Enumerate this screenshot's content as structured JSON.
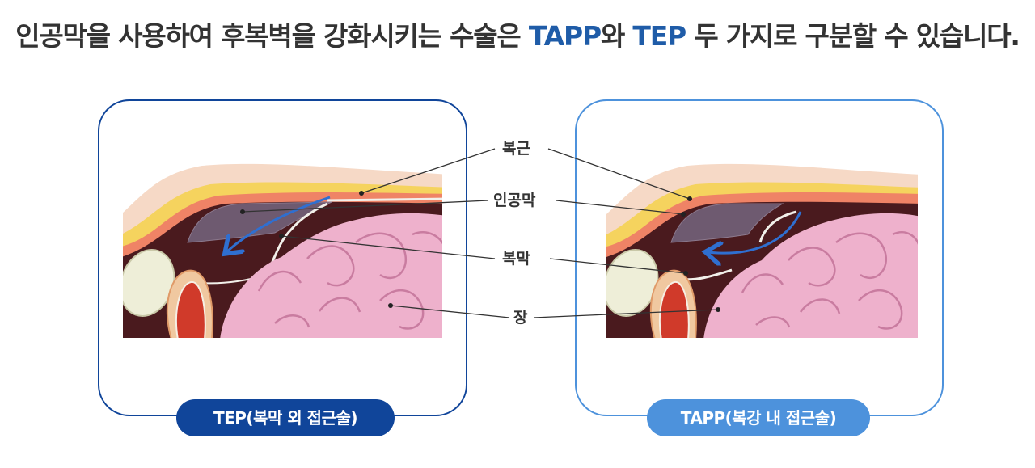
{
  "headline": {
    "part1": "인공막을 사용하여 후복벽을 강화시키는 수술은 ",
    "tapp": "TAPP",
    "part2": "와 ",
    "tep": "TEP",
    "part3": " 두 가지로 구분할 수 있습니다."
  },
  "labels": {
    "muscle": "복근",
    "mesh": "인공막",
    "peritoneum": "복막",
    "intestine": "장"
  },
  "panels": {
    "tep": {
      "caption": "TEP(복막 외 접근술)",
      "frame_color": "#10459a"
    },
    "tapp": {
      "caption": "TAPP(복강 내 접근술)",
      "frame_color": "#4d92dc"
    }
  },
  "colors": {
    "headline_highlight": "#1f5ca8",
    "arrow": "#2f6fd0",
    "skin": "#f6d9c6",
    "fat": "#f5d35e",
    "muscle": "#ef8366",
    "cavity": "#4a1a1e",
    "mesh": "#6e5a70",
    "intestine": "#eeb1cc"
  }
}
